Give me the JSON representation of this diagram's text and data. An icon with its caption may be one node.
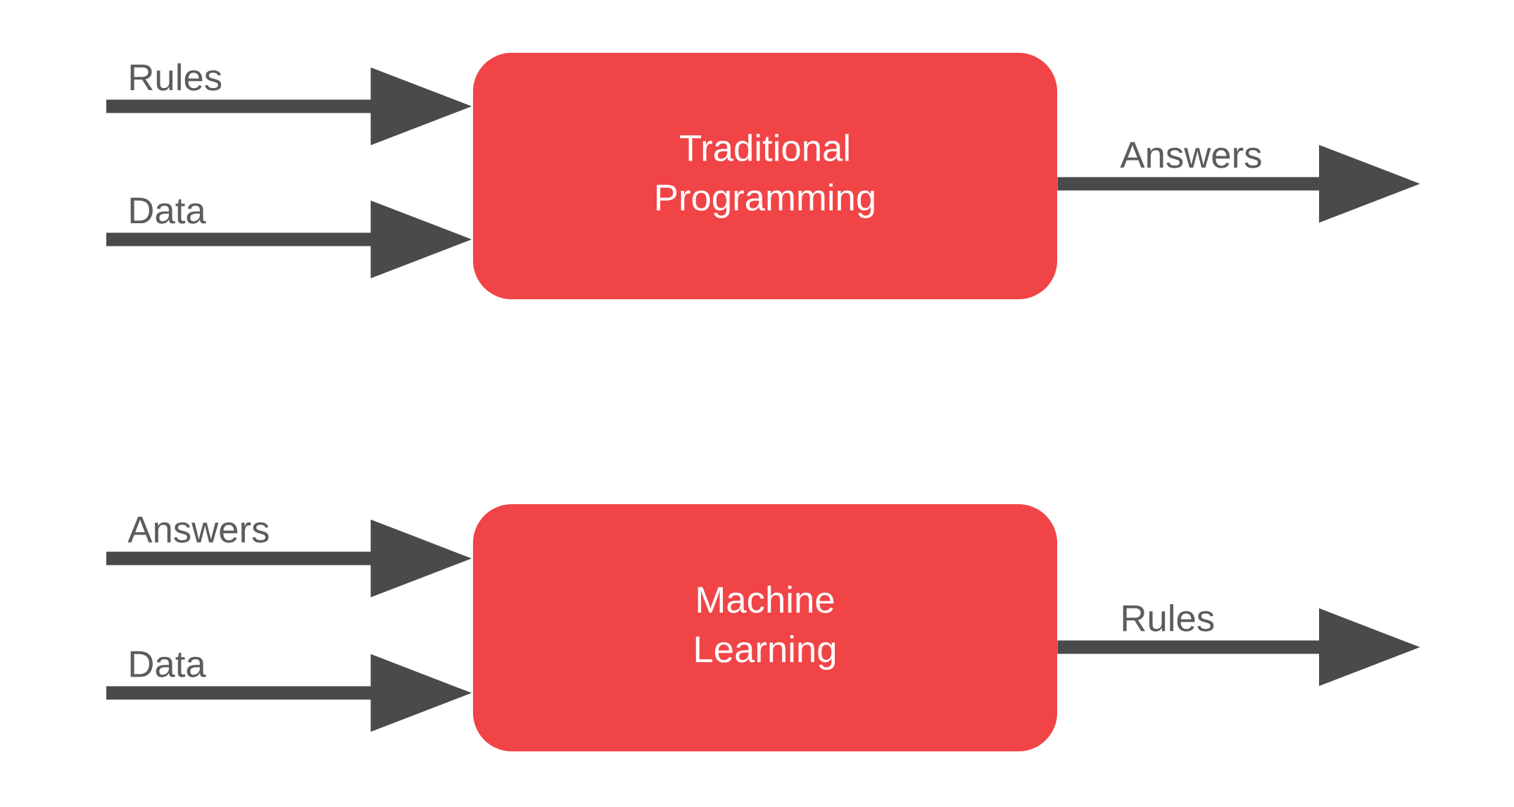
{
  "diagram": {
    "nodes": [
      {
        "text": [
          "Traditional Programming"
        ]
      },
      {
        "text": [
          "Machine Learning"
        ]
      }
    ],
    "edges": [
      {
        "from": null,
        "to": 0,
        "arrow": "to",
        "label": "Rules"
      },
      {
        "from": null,
        "to": 0,
        "arrow": "to",
        "label": "Data"
      },
      {
        "from": 0,
        "to": null,
        "arrow": "to",
        "label": "Answers"
      },
      {
        "from": null,
        "to": 1,
        "arrow": "to",
        "label": "Answers"
      },
      {
        "from": null,
        "to": 1,
        "arrow": "to",
        "label": "Data"
      },
      {
        "from": 1,
        "to": null,
        "arrow": "to",
        "label": "Rules"
      }
    ]
  }
}
